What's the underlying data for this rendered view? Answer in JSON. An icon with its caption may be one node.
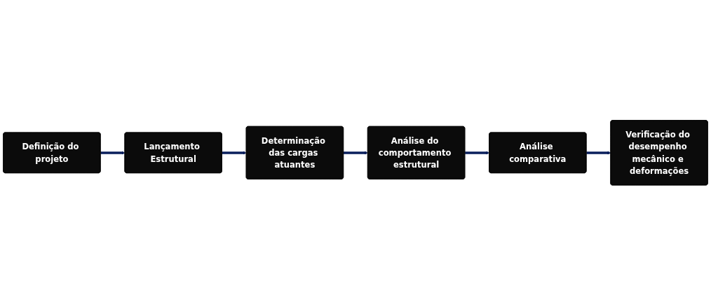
{
  "diagram": {
    "nodes": [
      {
        "text": [
          "Definição do projeto"
        ]
      },
      {
        "text": [
          "Lançamento Estrutural"
        ]
      },
      {
        "text": [
          "Determinação das cargas atuantes"
        ]
      },
      {
        "text": [
          "Análise do comportamento estrutural"
        ]
      },
      {
        "text": [
          "Análise comparativa"
        ]
      },
      {
        "text": [
          "Verificação do desempenho mecânico e deformações"
        ]
      }
    ],
    "edges": [
      {
        "from": 0,
        "to": 1,
        "arrow": "to"
      },
      {
        "from": 1,
        "to": 2,
        "arrow": "to"
      },
      {
        "from": 2,
        "to": 3,
        "arrow": "to"
      },
      {
        "from": 3,
        "to": 4,
        "arrow": "to"
      },
      {
        "from": 4,
        "to": 5,
        "arrow": "to"
      }
    ]
  }
}
